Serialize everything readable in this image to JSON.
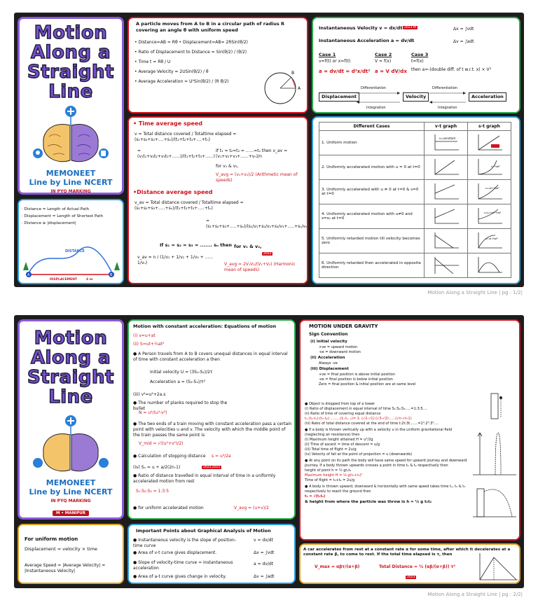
{
  "doc": {
    "title": "Motion Along a Straight Line",
    "brand_line1": "MEMONEET",
    "brand_line2": "Line by Line NCERT",
    "pyq": "IN PYQ MARKING",
    "board": "M • MANIPUR"
  },
  "footer": {
    "p1": "Motion Along a Straight Line  | pg : 1/2|",
    "p2": "Motion Along a Straight Line  | pg : 2/2|"
  },
  "defs": [
    "· Distance        = Length of Actual Path",
    "· Displacement  = Length of Shortest Path",
    "· Distance ≥ |displacement|"
  ],
  "path_labels": {
    "distance": "DISTANCE",
    "displacement": "DISPLACEMENT",
    "disp_value": "4 m",
    "a": "A",
    "b": "B"
  },
  "circular": {
    "intro": "A particle moves from A to B in a circular path of radius R covering an angle θ with uniform speed",
    "l1": "• Distance=AB = Rθ  • Displacement=AB= 2RSin(θ/2)",
    "l2": "• Ratio of Displacement to Distance = Sin(θ/2) / (θ/2)",
    "l3": "• Time t = Rθ / U",
    "l4": "• Average Velocity = 2USin(θ/2) / θ",
    "l5": "• Average Acceleration = U²Sin(θ/2) / (R θ/2)"
  },
  "instant": {
    "v": "Instantaneous Velocity v = dx/dt",
    "a": "Instantaneous Acceleration a = dv/dt",
    "dx": "Δx = ∫vdt",
    "dv": "Δv = ∫adt",
    "year": "2023 M",
    "c1": "Case 1",
    "c1a": "v=f(t) or x=f(t)",
    "c1b": "a = dv/dt = d²x/dt²",
    "c2": "Case 2",
    "c2a": "V = f(x)",
    "c2b": "a = V dV/dx",
    "c3": "Case 3",
    "c3a": "t=f(x)",
    "c3b": "then a=-(double diff. of t w.r.t. x) × V³",
    "box1": "Displacement",
    "box2": "Velocity",
    "box3": "Acceleration",
    "diff": "Differentiation",
    "int": "Integration"
  },
  "time_avg": {
    "head": "• Time average speed",
    "f1": "v = Total distance covered / Totaltime elapsed = (s₁+s₂+s₃+....+sₙ)/(t₁+t₂+t₃+....+tₙ)",
    "f2": "= (v₁t₁+v₂t₂+v₃t₃+......)/(t₁+t₂+t₃+......)",
    "cond": "If t₁ = t₂=t₃ = ......=tₙ then v_av = (v₁+v₂+v₃+......+vₙ)/n",
    "for": "for v₁ & v₂,",
    "res": "V_avg = (v₁+v₂)/2  (Arithmetic mean of speeds)"
  },
  "dist_avg": {
    "head": "•Distance average speed",
    "f1": "v_av = Total distance covered / Totaltime elapsed = (s₁+s₂+s₃+.....+sₙ)/(t₁+t₂+t₃+.....+tₙ)",
    "f2": "= (s₁+s₂+s₃+.....+sₙ)/(s₁/v₁+s₂/v₂+s₃/v₃+.....+sₙ/vₙ)",
    "cond": "If s₁ = s₂ = s₃ = ....... sₙ then",
    "res1": "v_av = n / (1/v₁ + 1/v₂ + 1/v₃ + ...... 1/vₙ)",
    "for": "for v₁ & v₂,",
    "res2": "V_avg = 2V₁V₂/(V₁+V₂)  (Harmonic mean of speeds)",
    "year": "2022"
  },
  "cases": {
    "h1": "Different Cases",
    "h2": "v-t graph",
    "h3": "s-t graph",
    "rows": [
      "1. Uniform motion",
      "2. Uniformly accelerated motion with u = 0 at t=0",
      "3. Uniformly accelerated with u ≠ 0 at t=0 & s=0 at t=0",
      "4. Uniformly accelerated motion with u≠0 and s=s₀ at t=0",
      "5. Uniformly retarded motion till velocity becomes zero",
      "6. Uniformly retarded then accelerated in opposite direction"
    ],
    "eq2": "s=½at²",
    "eq3": "s=ut+½at²",
    "eq4": "s=s₀+ut+½at²",
    "eq5": "s=ut-½at²",
    "vc": "v=constant",
    "year": "2022"
  },
  "p2": {
    "eq_head": "Motion with constant acceleration: Equations of motion",
    "eq1": "(i) v=u+at",
    "eq2": "(ii) S=ut+½at²",
    "eq3": "(iii) v²=u²+2a.s",
    "pers": "● A Person travels from A to B covers unequal distances in equal interval of time with constant acceleration a then",
    "iv": "initial velocity U = (3S₁-S₂)/2τ",
    "acc": "Acceleration a = (S₂-S₁)/τ²",
    "planks": "● The number of planks required to stop the bullet",
    "N": "N = u²/(u²-v²)",
    "train": "● The two ends of a train moving with constant acceleration pass a certain point with velocities u and v. The velocity with which the middle point of the train passes the same point is",
    "vmid": "V_mid = √((u²+v²)/2)",
    "stop": "● Calculation of stopping distance",
    "stopf": "s = u²/2a",
    "nth": "(iv) Sₙ = u + a/2(2n-1)",
    "nthyr": "2022,2021",
    "ratio": "● Ratio of distance travelled in equal interval of time in a uniformly accelerated motion from rest",
    "ratiov": "S₁:S₂:S₃ = 1:3:5",
    "unif": "● for uniform accelerated motion",
    "vavg": "V_avg = (u+v)/2",
    "gh": "Important Points about Graphical Analysis of Motion",
    "g1": "● Instantaneous velocity is the slope of position-time curve",
    "g1f": "v = dx/dt",
    "g2": "● Area of v-t curve gives displacement.",
    "g2f": "Δx = ∫vdt",
    "g3": "● Slope of velocity-time curve = instantaneous acceleration",
    "g3f": "a = dv/dt",
    "g4": "● Area of a-t curve gives change in velocity.",
    "g4f": "Δv = ∫adt",
    "uh": "For uniform motion",
    "ud": "Displacement = velocity × time",
    "uav": "Average Speed = |Average Velocity| = |Instantaneous Velocity|",
    "grav": "MOTION UNDER GRAVITY",
    "sign": "Sign Convention",
    "s1": "(i) initial velocity",
    "s1a": "+ve = upward motion",
    "s1b": "-ve = downward motion",
    "s2": "(ii) Acceleration",
    "s2a": "Always -ve",
    "s3": "(iii) Displacement",
    "s3a": "+ve = final position is above initial position",
    "s3b": "-ve = final position is below initial position",
    "s3c": "Zero = final position & initial position are at same level",
    "drop": "● Object is dropped from top of a tower",
    "dr1": "(i) Ratio of displacement in equal interval of time S₁:S₂:S₃.....=1:3:5....",
    "dr2": "(ii) Ratio of time of covering equal distance",
    "dr2v": "t₁:(t₂-t₁):(t₃-t₂):.........(tₙ-tₙ₋₁)= 1: (√2-√1):(√3-√2):.....(√n-√n-1)",
    "dr3": "(iii) Ratio of total distance covered at the end of time t:2t:3t.......=1²:2²:3²....",
    "up": "● If a body is thrown vertically up with a velocity u in the uniform gravitational field (neglecting air resistance) then",
    "u1": "(i) Maximum height attained H = u²/2g",
    "u2": "(ii) Time of ascent = time of descent = u/g",
    "u3": "(iii) Total time of flight = 2u/g",
    "u4": "(iv) Velocity of fall at the point of projection = u (downwards)",
    "same": "● At any point on its path the body will have same speed for upward journey and downward journey. If a body thrown upwards crosses a point in time t₁ & t₂ respectively then",
    "same1": "height of point h = ½ gt₁t₂",
    "same2": "Maximum height H = ⅛ g(t₁+t₂)²",
    "same3": "Time of flight = t₁+t₂ = 2u/g",
    "three": "● A body is thrown upward, downward & horizontally with same speed takes time t₁, t₂ & t₃ respectively to reach the ground then",
    "threef": "t₃ = √(t₁t₂)",
    "threeh": "& height from where the particle was throw is h = ½ g t₁t₂",
    "car": "A car accelerates from rest at a constant rate α for some time, after which it decelerates at a constant rate β, to come to rest. If the total time elapsed is τ, then",
    "vmax": "V_max = αβτ/(α+β)",
    "tdist": "Total Distance = ½ (αβ/(α+β)) τ²",
    "caryr": "2023"
  }
}
